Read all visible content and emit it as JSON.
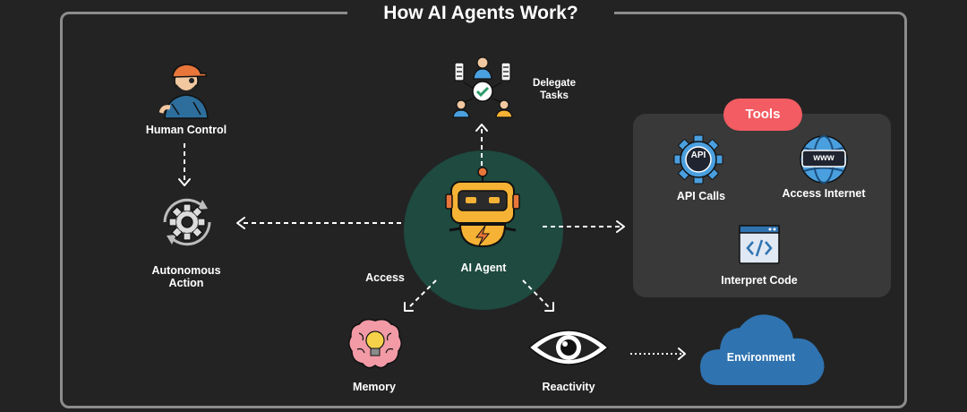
{
  "title": "How AI Agents Work?",
  "nodes": {
    "delegate": {
      "line1": "Delegate",
      "line2": "Tasks"
    },
    "human_control": "Human Control",
    "autonomous": {
      "line1": "Autonomous",
      "line2": "Action"
    },
    "agent": "AI Agent",
    "access": "Access",
    "memory": "Memory",
    "reactivity": "Reactivity",
    "environment": "Environment"
  },
  "tools": {
    "title": "Tools",
    "items": [
      "API Calls",
      "Access Internet",
      "Interpret Code"
    ],
    "api_badge": "API",
    "www_badge": "www"
  },
  "colors": {
    "background": "#232323",
    "agent_circle": "#1e4a3f",
    "tools_panel": "#393939",
    "tools_pill": "#f25c62",
    "cloud": "#2f73b0",
    "robot_yellow": "#f6b234",
    "gear_blue": "#4a9fdf"
  },
  "icons": [
    "person-icon",
    "delegate-icon",
    "gear-cycle-icon",
    "robot-icon",
    "api-gear-icon",
    "globe-icon",
    "code-window-icon",
    "brain-icon",
    "eye-icon",
    "cloud-icon"
  ]
}
